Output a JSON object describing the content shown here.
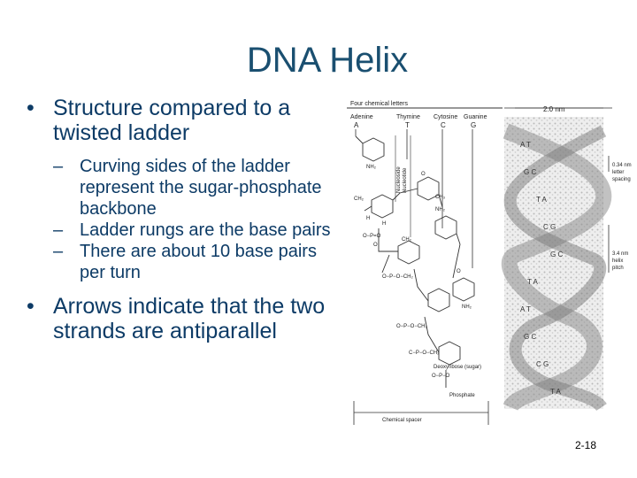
{
  "slide": {
    "title": "DNA Helix",
    "page_number": "2-18"
  },
  "bullets": [
    {
      "text": "Structure compared to a twisted ladder",
      "sub": [
        "Curving sides of the ladder represent the sugar-phosphate backbone",
        "Ladder rungs are the base pairs",
        "There are about 10 base pairs per turn"
      ]
    },
    {
      "text": "Arrows indicate that the two strands are antiparallel",
      "sub": []
    }
  ],
  "figure": {
    "header": "Four chemical letters",
    "bases": [
      "Adenine",
      "Thymine",
      "Cytosine",
      "Guanine"
    ],
    "letters": [
      "A",
      "T",
      "C",
      "G"
    ],
    "nucleotide_label": "Nucleoside",
    "nucleoside_label": "Nucleotide",
    "deoxyribose_label": "Deoxyribose (sugar)",
    "phosphate_label": "Phosphate",
    "chemical_spacer_label": "Chemical spacer",
    "width_label": "2.0 nm",
    "letter_spacing_label": "0.34 nm letter spacing",
    "helix_pitch_label": "3.4 nm helix pitch",
    "helix_pairs": [
      "A T",
      "G C",
      "T A",
      "C G",
      "G C",
      "T A",
      "A T",
      "G C",
      "C G",
      "T A"
    ]
  }
}
